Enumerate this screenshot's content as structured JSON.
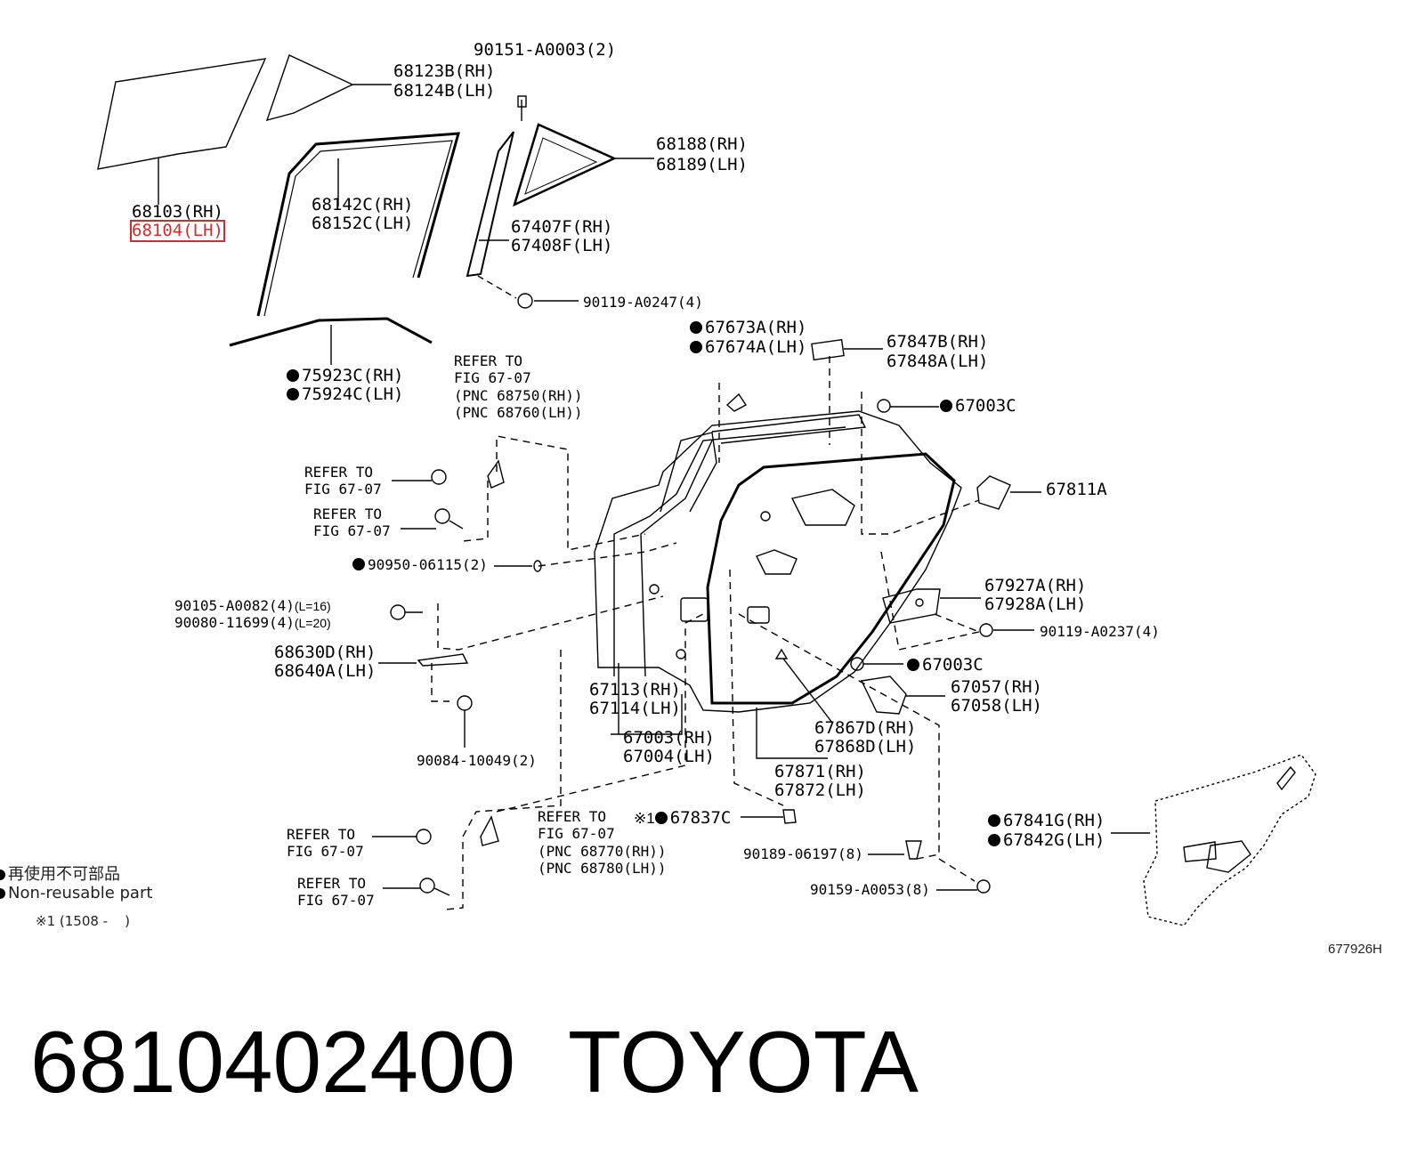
{
  "labels": {
    "p90151": "90151-A0003(2)",
    "p68123": "68123B(RH)",
    "p68124": "68124B(LH)",
    "p68188": "68188(RH)",
    "p68189": "68189(LH)",
    "p68103": "68103(RH)",
    "p68104": "68104(LH)",
    "p68142": "68142C(RH)",
    "p68152": "68152C(LH)",
    "p67407": "67407F(RH)",
    "p67408": "67408F(LH)",
    "p90119a": "90119-A0247(4)",
    "p67673": "67673A(RH)",
    "p67674": "67674A(LH)",
    "p67847": "67847B(RH)",
    "p67848": "67848A(LH)",
    "p75923": "75923C(RH)",
    "p75924": "75924C(LH)",
    "refer1_1": "REFER TO",
    "refer1_2": "FIG 67-07",
    "refer1_3": "(PNC 68750(RH))",
    "refer1_4": "(PNC 68760(LH))",
    "p67003c_top": "67003C",
    "refer2_1": "REFER TO",
    "refer2_2": "FIG 67-07",
    "p67811": "67811A",
    "refer3_1": "REFER TO",
    "refer3_2": "FIG 67-07",
    "p90950": "90950-06115(2)",
    "p90105": "90105-A0082(4)",
    "p90105_len": "(L=16)",
    "p90080": "90080-11699(4)",
    "p90080_len": "(L=20)",
    "p67927": "67927A(RH)",
    "p67928": "67928A(LH)",
    "p90119b": "90119-A0237(4)",
    "p68630": "68630D(RH)",
    "p68640": "68640A(LH)",
    "p67003c_mid": "67003C",
    "p67113": "67113(RH)",
    "p67114": "67114(LH)",
    "p67057": "67057(RH)",
    "p67058": "67058(LH)",
    "p67003": "67003(RH)",
    "p67004": "67004(LH)",
    "p67867": "67867D(RH)",
    "p67868": "67868D(LH)",
    "p90084": "90084-10049(2)",
    "p67871": "67871(RH)",
    "p67872": "67872(LH)",
    "refer4_1": "REFER TO",
    "refer4_2": "FIG 67-07",
    "refer5_1": "REFER TO",
    "refer5_2": "FIG 67-07",
    "refer5_3": "(PNC 68770(RH))",
    "refer5_4": "(PNC 68780(LH))",
    "star1": "※1",
    "p67837": "67837C",
    "p67841": "67841G(RH)",
    "p67842": "67842G(LH)",
    "p90189": "90189-06197(8)",
    "refer6_1": "REFER TO",
    "refer6_2": "FIG 67-07",
    "p90159": "90159-A0053(8)"
  },
  "legend": {
    "jp": "再使用不可部品",
    "en": "Non-reusable part",
    "note": "※1 (1508 -    )"
  },
  "figure_code": "677926H",
  "part_number": "6810402400",
  "brand": "TOYOTA",
  "colors": {
    "highlight": "#d42b2b",
    "line": "#000000"
  }
}
